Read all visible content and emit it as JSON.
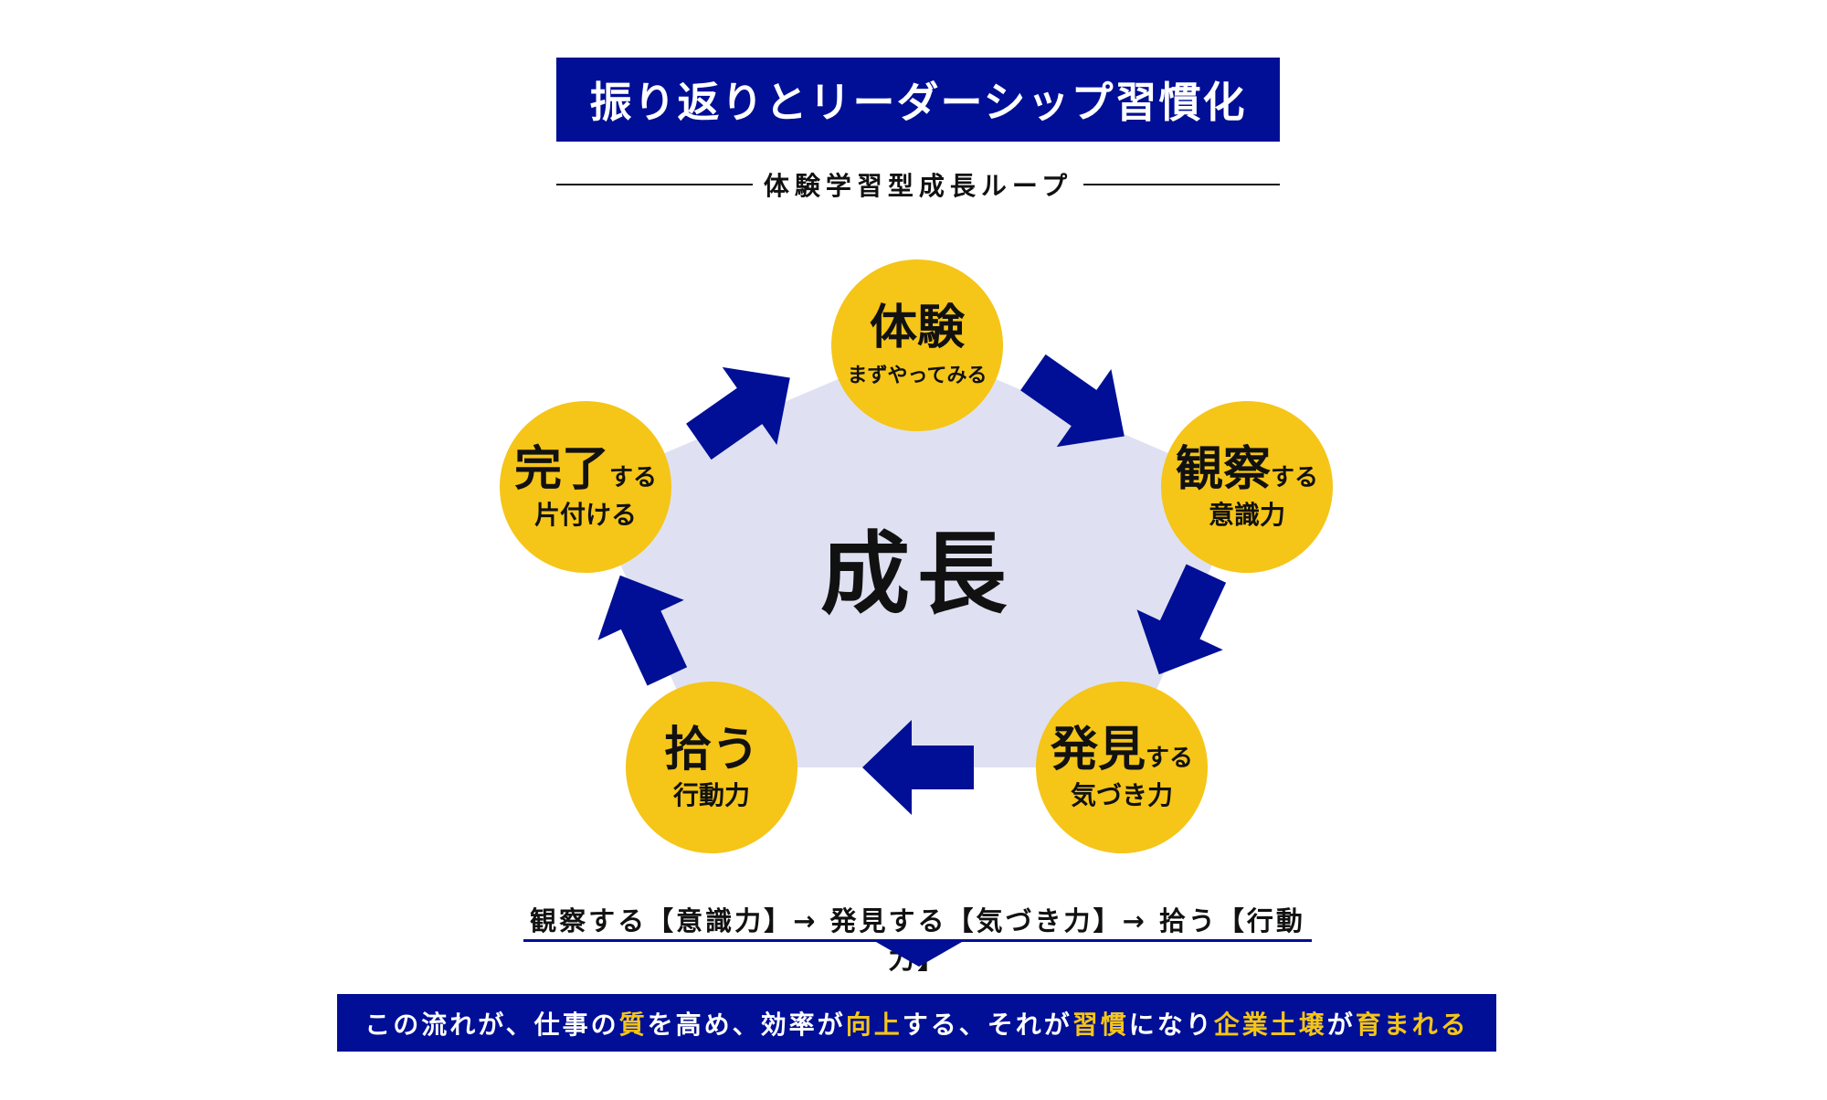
{
  "title": "振り返りとリーダーシップ習慣化",
  "subtitle": "体験学習型成長ループ",
  "center_label": "成長",
  "colors": {
    "navy": "#000f96",
    "yellow": "#f5c518",
    "pentagon": "#dfe1f2"
  },
  "nodes": [
    {
      "main": "体験",
      "main_suffix": "",
      "sub": "まずやってみる"
    },
    {
      "main": "観察",
      "main_suffix": "する",
      "sub": "意識力"
    },
    {
      "main": "発見",
      "main_suffix": "する",
      "sub": "気づき力"
    },
    {
      "main": "拾う",
      "main_suffix": "",
      "sub": "行動力"
    },
    {
      "main": "完了",
      "main_suffix": "する",
      "sub": "片付ける"
    }
  ],
  "flow_text": "観察する【意識力】→ 発見する【気づき力】→ 拾う【行動力】",
  "banner": [
    {
      "text": "この流れが、仕事の",
      "hl": false
    },
    {
      "text": "質",
      "hl": true
    },
    {
      "text": "を高め、効率が",
      "hl": false
    },
    {
      "text": "向上",
      "hl": true
    },
    {
      "text": "する、それが",
      "hl": false
    },
    {
      "text": "習慣",
      "hl": true
    },
    {
      "text": "になり",
      "hl": false
    },
    {
      "text": "企業土壌",
      "hl": true
    },
    {
      "text": "が",
      "hl": false
    },
    {
      "text": "育まれる",
      "hl": true
    }
  ]
}
